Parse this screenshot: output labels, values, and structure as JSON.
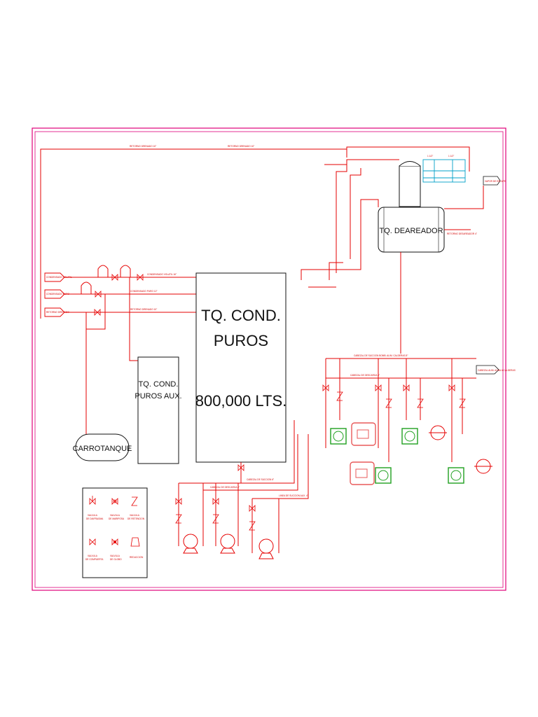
{
  "colors": {
    "frame": "#e0007a",
    "pipe": "#e60000",
    "equipment": "#111111",
    "pump_motor": "#1fa01f",
    "motor_body": "#e85a5a",
    "cyan_line": "#00a0c8"
  },
  "tanks": {
    "condensate_main": {
      "line1": "TQ. COND.",
      "line2": "PUROS",
      "line3": "800,000 LTS."
    },
    "condensate_aux": {
      "line1": "TQ. COND.",
      "line2": "PUROS AUX."
    },
    "deaerator": {
      "label": "TQ. DEAREADOR"
    },
    "truck_tank": {
      "label": "CARROTANQUE"
    }
  },
  "inlets": [
    {
      "name": "CONDENSADO VOLATIL",
      "icon": "arrow-inlet-icon"
    },
    {
      "name": "CONDENSADO PURO",
      "icon": "arrow-inlet-icon"
    },
    {
      "name": "RETORNO DRENADO",
      "icon": "arrow-inlet-icon"
    }
  ],
  "pipe_labels": {
    "top_return_left": "RETORNO DRENADO 10\"",
    "top_return_right": "RETORNO DRENADO 10\"",
    "cond_vol_line": "CONDENSADO VOLATIL 16\"",
    "cond_puro_line": "CONDENSADO PURO 12\"",
    "retorno_line": "RETORNO DRENADO 10\"",
    "suction_header": "CABEZAL DE SUCCION 6\"",
    "suction_aux": "LINEA DE SUCCION AUX. 4\"",
    "discharge_header": "CABEZAL DE DESCARGA 4\"",
    "deaerator_header": "CABEZAL DE SUCCION BOMB. ALIM. CALDERAS 8\"",
    "feed_header": "CABEZAL DE DESCARGA 6\"",
    "vent": "1 1/2\"",
    "vent2": "1 1/2\"",
    "steam_in": "VAPOR DE ESCAPE",
    "boiler_out": "CABEZAL ALIM. AGUA A CALDERAS",
    "recirc": "RETORNO DESAREADOR 4\""
  },
  "legend": {
    "items": [
      {
        "label1": "VALVULA",
        "label2": "DE DIAFRAGMA",
        "icon": "diaphragm-valve-icon"
      },
      {
        "label1": "VALVULA",
        "label2": "DE MARIPOSA",
        "icon": "butterfly-valve-icon"
      },
      {
        "label1": "VALVULA",
        "label2": "DE RETENCION",
        "icon": "check-valve-icon"
      },
      {
        "label1": "VALVULA",
        "label2": "DE COMPUERTA",
        "icon": "gate-valve-icon"
      },
      {
        "label1": "VALVULA",
        "label2": "DE GLOBO",
        "icon": "globe-valve-icon"
      },
      {
        "label1": "REDUCCION",
        "label2": "",
        "icon": "reducer-icon"
      }
    ]
  }
}
